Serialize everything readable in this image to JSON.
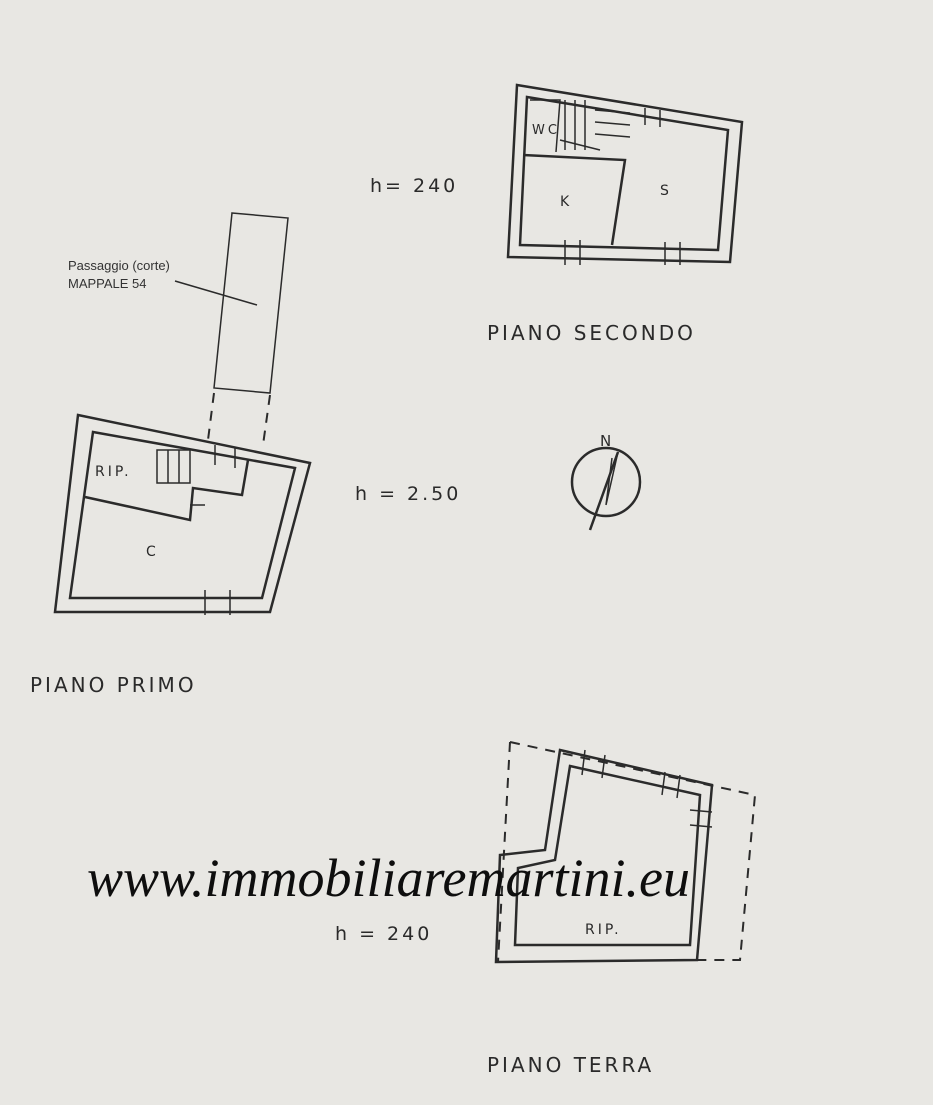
{
  "plans": {
    "second_floor": {
      "title": "PIANO SECONDO",
      "height": "h= 240",
      "rooms": [
        "WC",
        "K",
        "S"
      ]
    },
    "first_floor": {
      "title": "PIANO PRIMO",
      "height": "h = 2.50",
      "rooms": [
        "RIP.",
        "C"
      ]
    },
    "ground_floor": {
      "title": "PIANO TERRA",
      "height": "h = 240",
      "rooms": [
        "RIP."
      ]
    }
  },
  "passage": {
    "line1": "Passaggio (corte)",
    "line2": "MAPPALE 54"
  },
  "north_label": "N",
  "watermark": "www.immobiliaremartini.eu"
}
